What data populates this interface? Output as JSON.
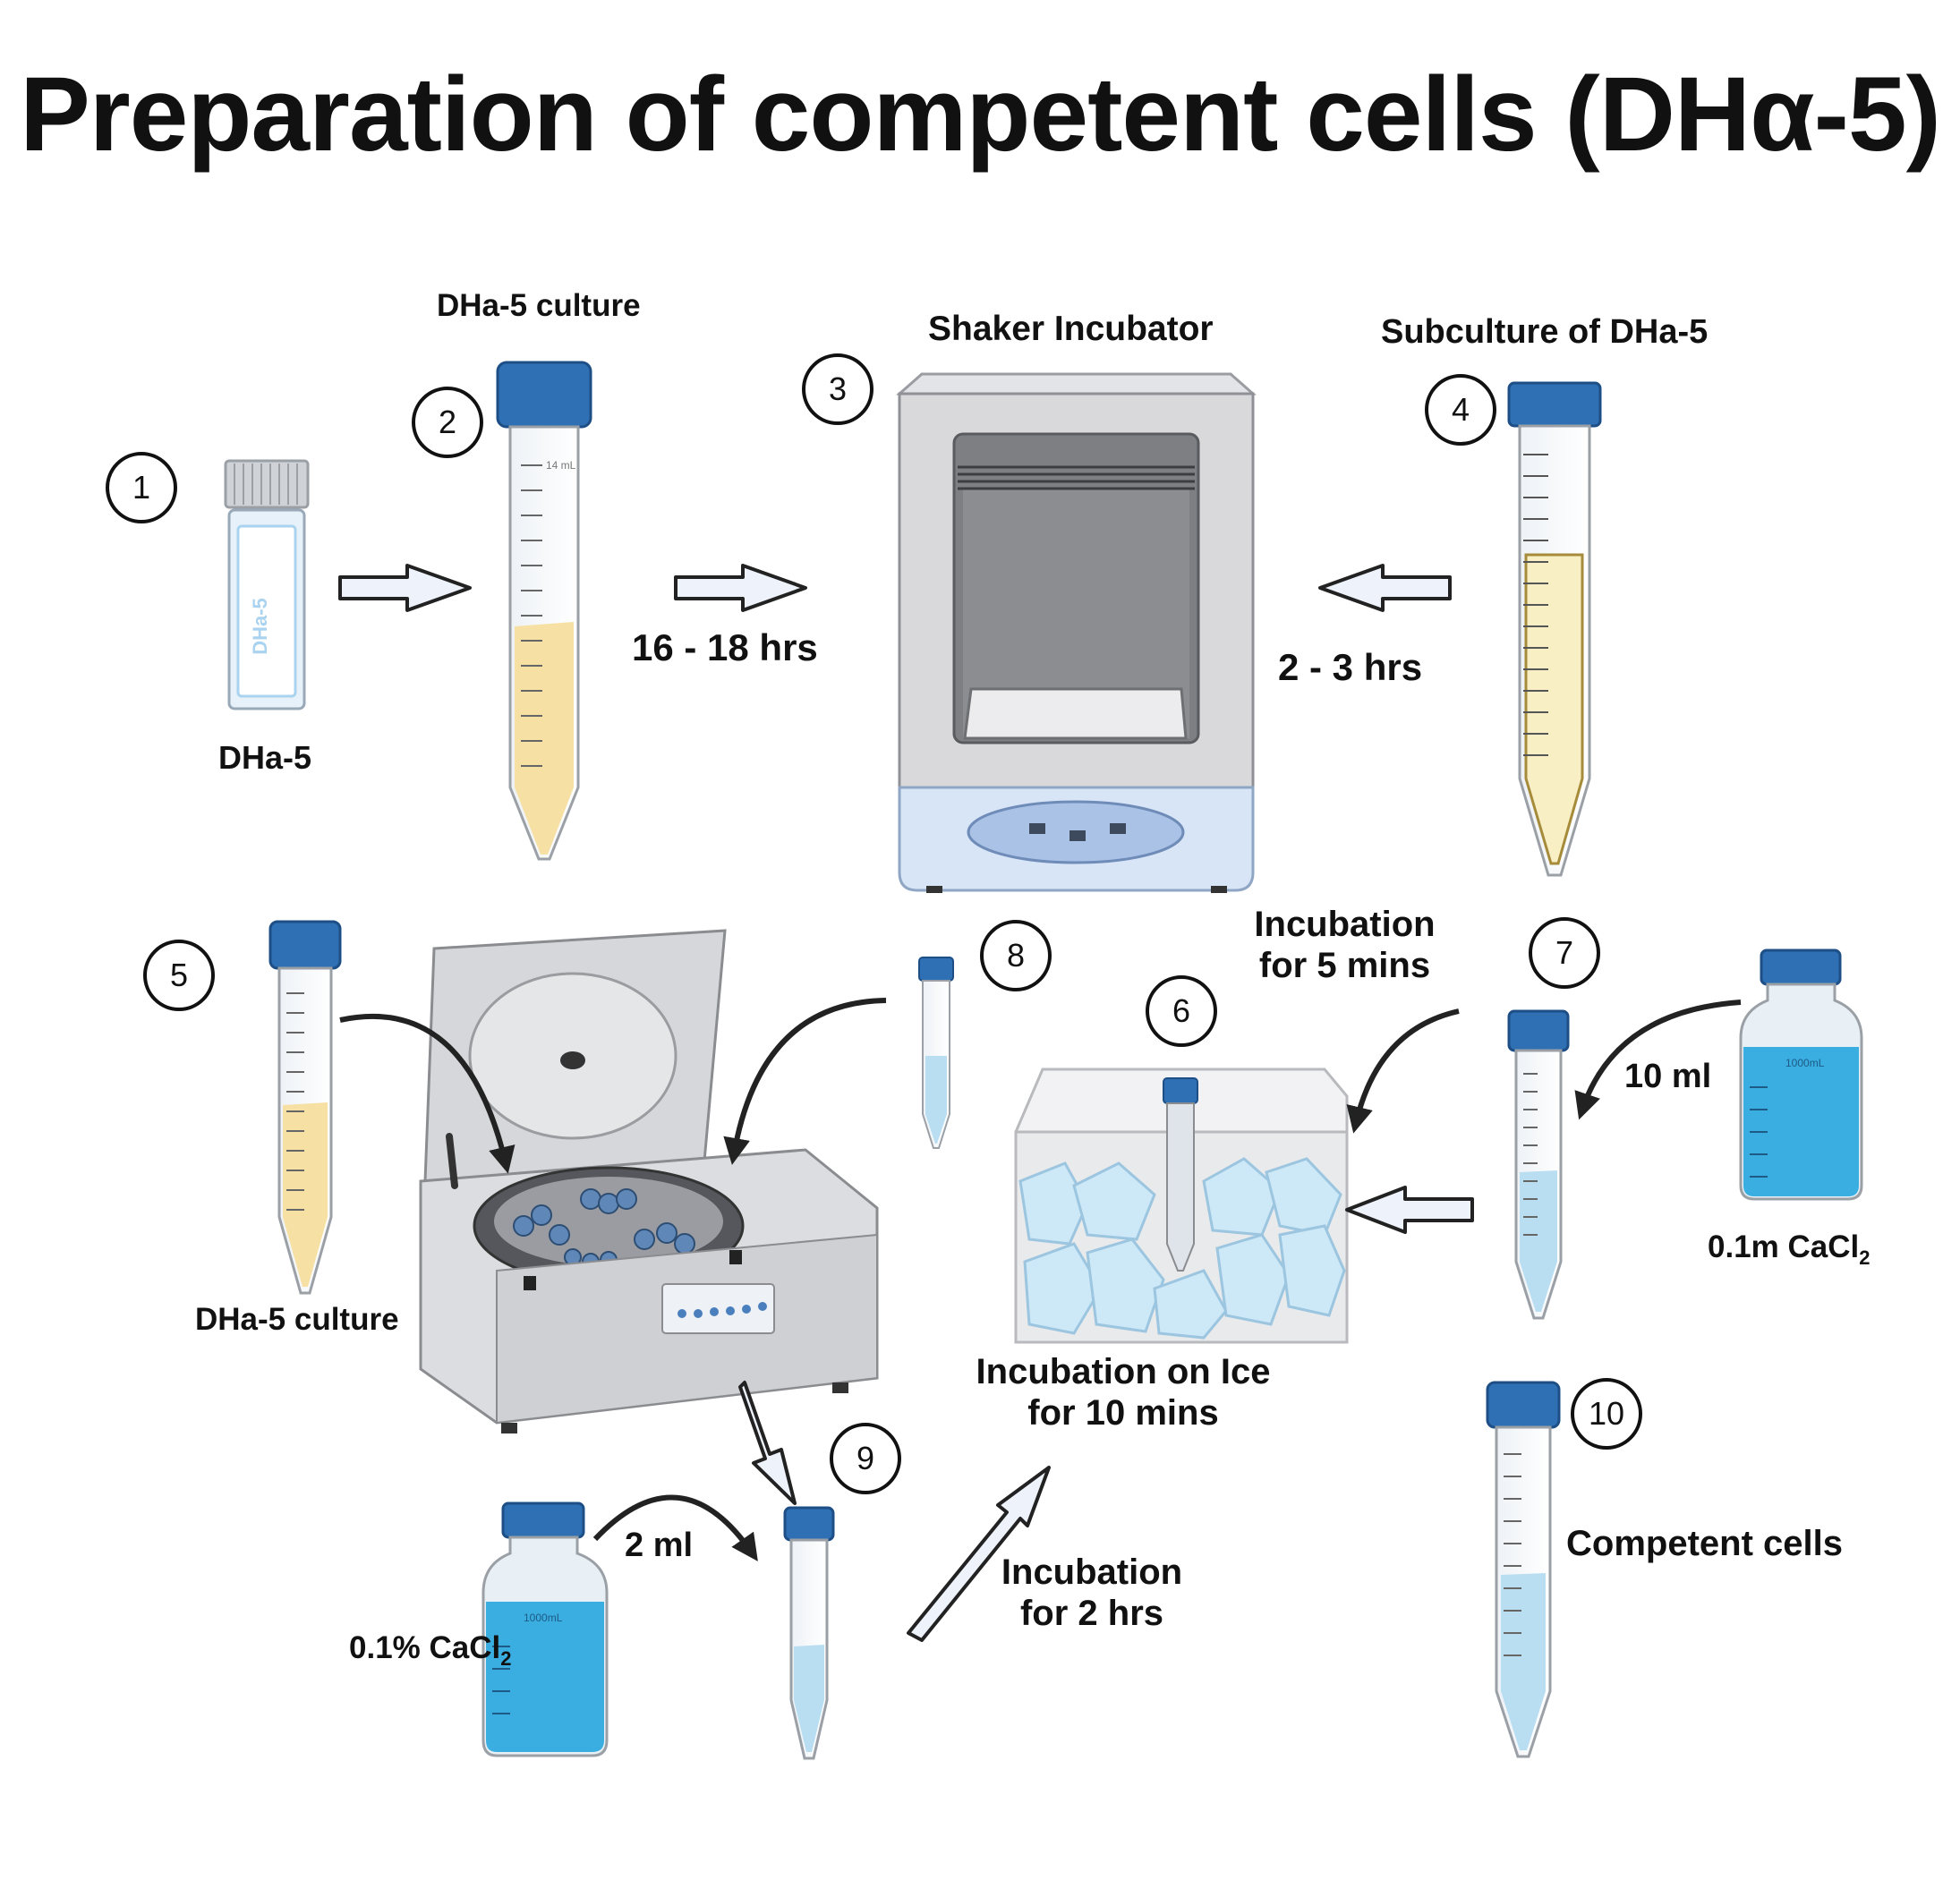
{
  "title": "Preparation of competent cells (DHα-5)",
  "steps": [
    "1",
    "2",
    "3",
    "4",
    "5",
    "6",
    "7",
    "8",
    "9",
    "10"
  ],
  "labels": {
    "vial_label": "DHa-5",
    "vial_tag": "DHa-5",
    "culture_top": "DHa-5 culture",
    "shaker": "Shaker Incubator",
    "subculture": "Subculture of DHa-5",
    "time_16_18": "16 - 18 hrs",
    "time_2_3": "2 - 3 hrs",
    "culture_left": "DHa-5 culture",
    "incub5_line1": "Incubation",
    "incub5_line2": "for 5 mins",
    "vol_10": "10 ml",
    "cacl2_01m": "0.1m CaCl",
    "cacl2_01m_sub": "2",
    "ice_line1": "Incubation on Ice",
    "ice_line2": "for 10 mins",
    "vol_2": "2 ml",
    "cacl2_pct": "0.1% CaCl",
    "cacl2_pct_sub": "2",
    "incub2_line1": "Incubation",
    "incub2_line2": "for 2 hrs",
    "competent": "Competent cells",
    "bottle_mark": "1000mL",
    "tube_mark": "14 mL"
  },
  "colors": {
    "cap_blue": "#2f6fb3",
    "culture_yellow": "#f7e0a3",
    "liquid_blue": "#3aaee0",
    "ice_blue": "#cde8f7",
    "incubator_grey": "#d9d9dc"
  }
}
